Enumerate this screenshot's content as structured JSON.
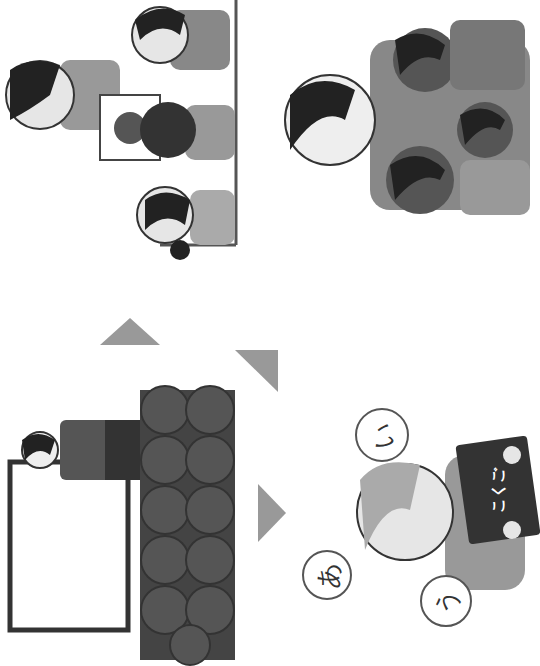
{
  "diagram": {
    "nodes": [
      {
        "text": [
          "い"
        ]
      },
      {
        "text": [
          "あ"
        ]
      },
      {
        "text": [
          "う"
        ]
      }
    ],
    "labels": [
      "こくご"
    ]
  }
}
